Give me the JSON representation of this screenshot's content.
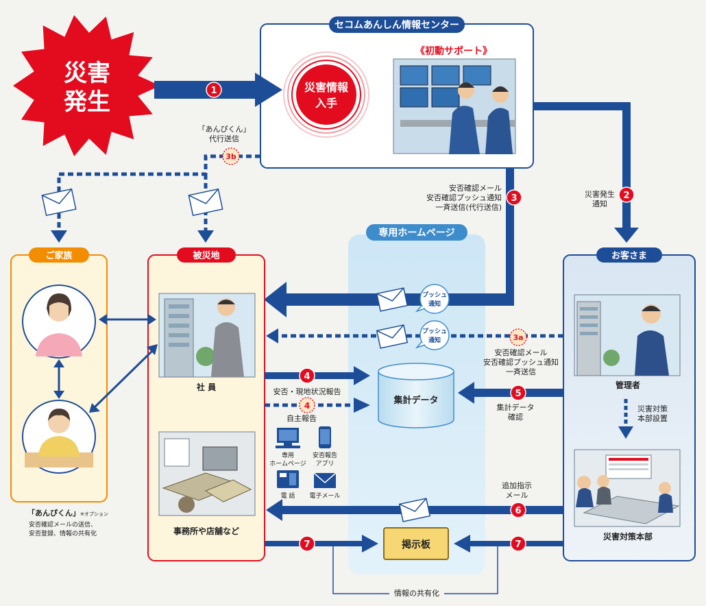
{
  "burst": {
    "line1": "災害",
    "line2": "発生"
  },
  "center": {
    "title": "セコムあんしん情報センター",
    "circle_line1": "災害情報",
    "circle_line2": "入手",
    "support_label": "《初動サポート》"
  },
  "steps": {
    "s1": "1",
    "s2": "2",
    "s3": "3",
    "s3a": "3a",
    "s3b": "3b",
    "s4": "4",
    "s4b": "4",
    "s5": "5",
    "s6": "6",
    "s7a": "7",
    "s7b": "7"
  },
  "notes": {
    "anpi_l1": "「あんぴくん」",
    "anpi_l2": "代行送信",
    "mass_l1": "安否確認メール",
    "mass_l2": "安否確認プッシュ通知",
    "mass_l3": "一斉送信(代行送信)",
    "notify_l1": "災害発生",
    "notify_l2": "通知",
    "c3a_l1": "安否確認メール",
    "c3a_l2": "安否確認プッシュ通知",
    "c3a_l3": "一斉送信",
    "report": "安否・現地状況報告",
    "self_report": "自主報告",
    "check_l1": "集計データ",
    "check_l2": "確認",
    "hq_setup_l1": "災害対策",
    "hq_setup_l2": "本部設置",
    "instr_l1": "追加指示",
    "instr_l2": "メール",
    "share": "情報の共有化"
  },
  "push": {
    "line1": "プッシュ",
    "line2": "通知"
  },
  "homepage": {
    "title": "専用ホームページ",
    "db_label": "集計データ",
    "board_label": "掲示板"
  },
  "family": {
    "title": "ご家族",
    "caption_name": "「あんぴくん」",
    "caption_option": "※オプション",
    "caption_l2": "安否確認メールの送信、",
    "caption_l3": "安否登録、情報の共有化"
  },
  "site": {
    "title": "被災地",
    "employee_label": "社 員",
    "office_label": "事務所や店舗など"
  },
  "methods": {
    "hp_l1": "専用",
    "hp_l2": "ホームページ",
    "app_l1": "安否報告",
    "app_l2": "アプリ",
    "phone": "電 話",
    "email": "電子メール"
  },
  "customer": {
    "title": "お客さま",
    "manager_label": "管理者",
    "hq_label": "災害対策本部"
  },
  "colors": {
    "navy": "#1d4d97",
    "red": "#e30c1f",
    "orange": "#f28c00",
    "panel_yellow": "#fdf6dd",
    "panel_blue": "#d7ecf7",
    "panel_customer": "#e4edf5"
  }
}
